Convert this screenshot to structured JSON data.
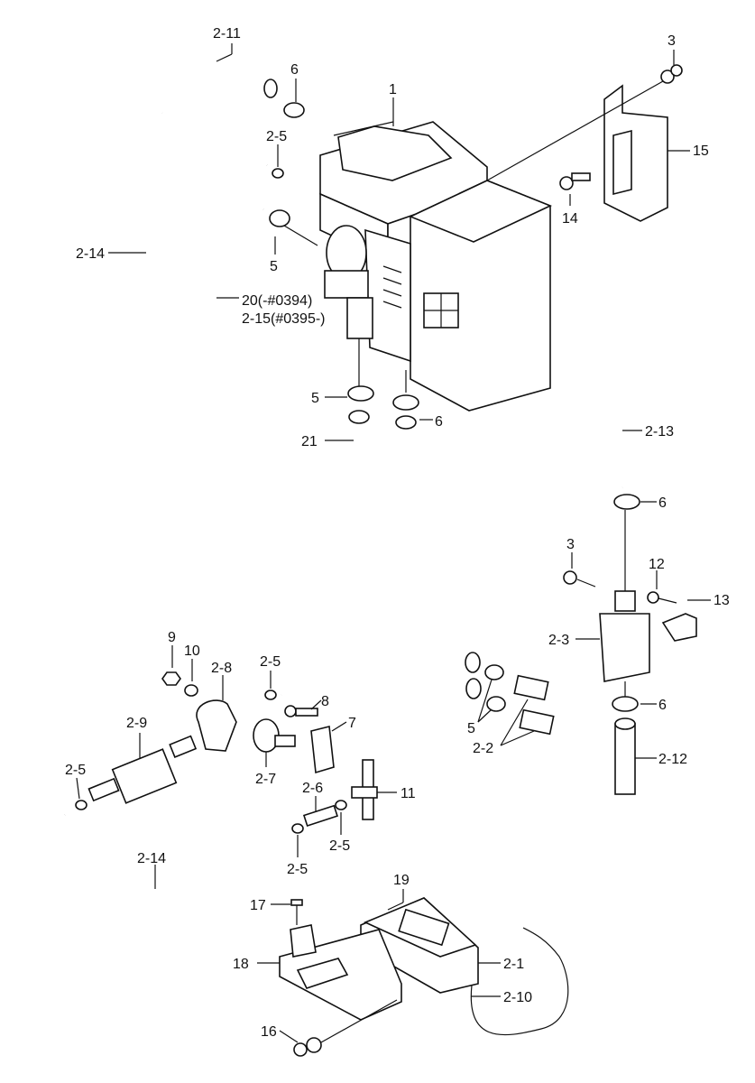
{
  "diagram": {
    "labels": {
      "l_2_11": "2-11",
      "l_3_top": "3",
      "l_6_a": "6",
      "l_1": "1",
      "l_2_5_a": "2-5",
      "l_15": "15",
      "l_2_14_a": "2-14",
      "l_14": "14",
      "l_5_a": "5",
      "l_20": "20(-#0394)",
      "l_2_15": "2-15(#0395-)",
      "l_5_b": "5",
      "l_6_b": "6",
      "l_21": "21",
      "l_2_13": "2-13",
      "l_6_c": "6",
      "l_3_mid": "3",
      "l_12": "12",
      "l_13": "13",
      "l_2_3": "2-3",
      "l_6_d": "6",
      "l_9": "9",
      "l_10": "10",
      "l_2_8": "2-8",
      "l_2_5_b": "2-5",
      "l_8": "8",
      "l_7": "7",
      "l_5_c": "5",
      "l_2_2": "2-2",
      "l_2_9": "2-9",
      "l_2_12": "2-12",
      "l_2_5_c": "2-5",
      "l_2_7": "2-7",
      "l_2_6": "2-6",
      "l_11": "11",
      "l_2_5_d": "2-5",
      "l_2_5_e": "2-5",
      "l_2_14_b": "2-14",
      "l_19": "19",
      "l_17": "17",
      "l_18": "18",
      "l_2_1": "2-1",
      "l_2_10": "2-10",
      "l_16": "16"
    }
  }
}
